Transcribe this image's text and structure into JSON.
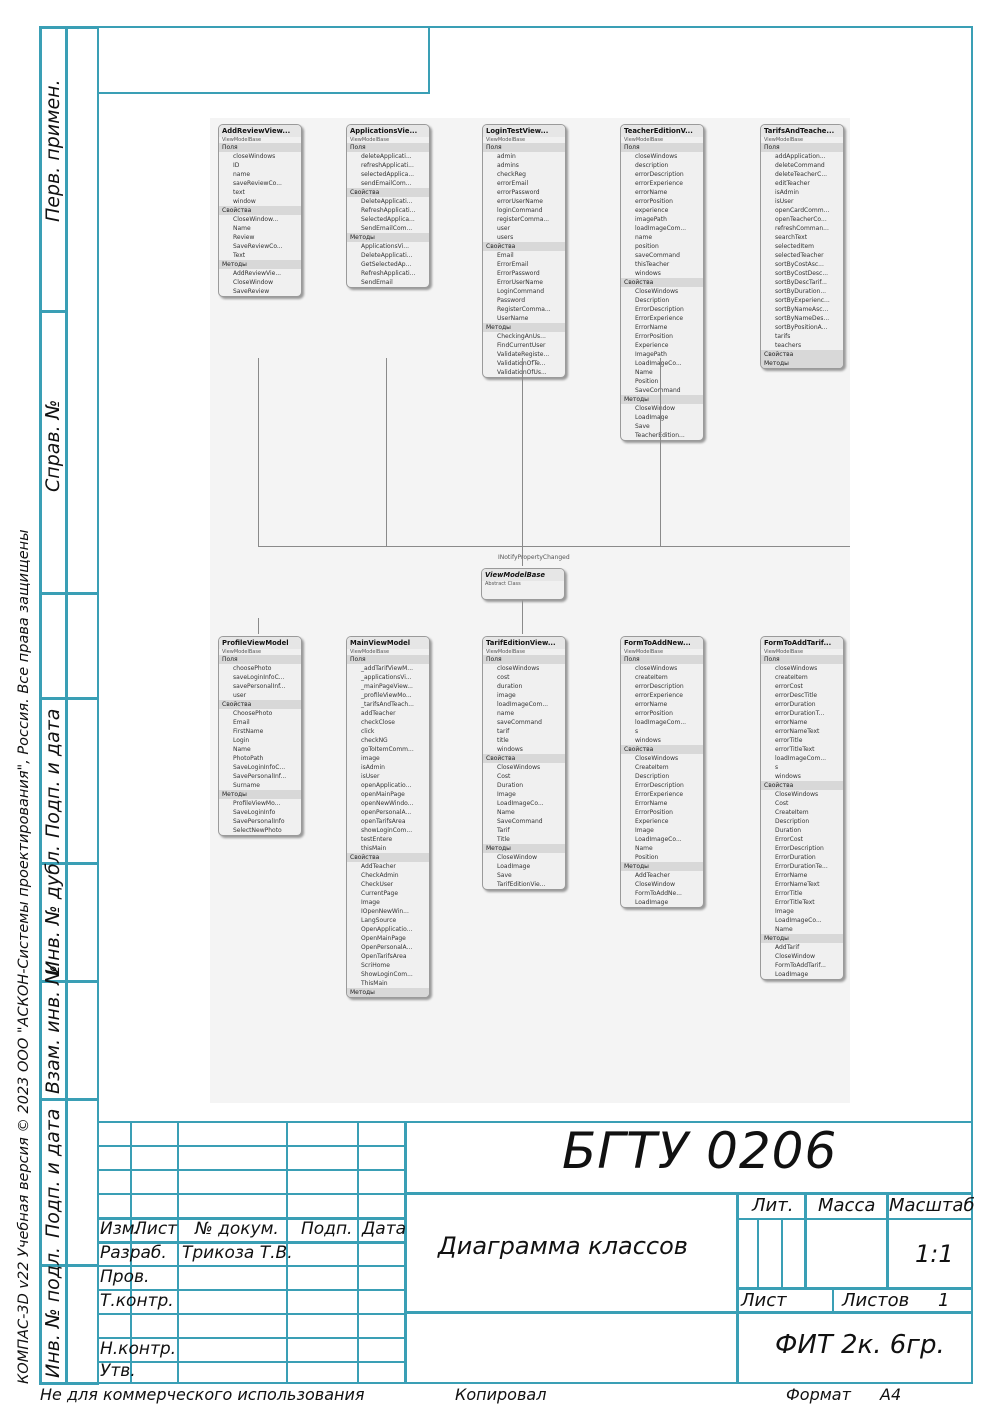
{
  "side": {
    "perv_primen": "Перв. примен.",
    "sprav_no": "Справ. №",
    "podp_data_1": "Подп. и дата",
    "inv_dubl": "Инв. № дубл.",
    "vzam_inv": "Взам. инв. №",
    "podp_data_2": "Подп. и дата",
    "inv_podl": "Инв. № подл.",
    "copyright": "КОМПАС-3D v22 Учебная версия © 2023 ООО \"АСКОН-Системы проектирования\", Россия. Все права защищены"
  },
  "stamp": {
    "designation": "БГТУ 0206",
    "title": "Диаграмма классов",
    "izm": "Изм.",
    "list": "Лист",
    "n_dokum": "№ докум.",
    "podp": "Подп.",
    "data": "Дата",
    "razrab": "Разраб.",
    "razrab_name": "Трикоза Т.В.",
    "prov": "Пров.",
    "t_kontr": "Т.контр.",
    "n_kontr": "Н.контр.",
    "utv": "Утв.",
    "lit": "Лит.",
    "massa": "Масса",
    "masshtab": "Масштаб",
    "scale": "1:1",
    "list2": "Лист",
    "listov": "Листов",
    "listov_val": "1",
    "org": "ФИТ 2к. 6гр."
  },
  "footer": {
    "left": "Не для коммерческого использования",
    "mid": "Копировал",
    "format": "Формат",
    "format_val": "A4"
  },
  "diagram": {
    "base": {
      "name": "ViewModelBase",
      "kind": "Abstract Class",
      "iface": "INotifyPropertyChanged"
    },
    "classes": [
      {
        "name": "AddReviewView...",
        "sections": [
          {
            "t": "Поля",
            "items": [
              "closeWindows",
              "ID",
              "name",
              "saveReviewCo...",
              "text",
              "window"
            ]
          },
          {
            "t": "Свойства",
            "items": [
              "CloseWindow...",
              "Name",
              "Review",
              "SaveReviewCo...",
              "Text"
            ]
          },
          {
            "t": "Методы",
            "items": [
              "AddReviewVie...",
              "CloseWindow",
              "SaveReview"
            ]
          }
        ]
      },
      {
        "name": "ApplicationsVie...",
        "sections": [
          {
            "t": "Поля",
            "items": [
              "deleteApplicati...",
              "refreshApplicati...",
              "selectedApplica...",
              "sendEmailCom..."
            ]
          },
          {
            "t": "Свойства",
            "items": [
              "DeleteApplicati...",
              "RefreshApplicati...",
              "SelectedApplica...",
              "SendEmailCom..."
            ]
          },
          {
            "t": "Методы",
            "items": [
              "ApplicationsVi...",
              "DeleteApplicati...",
              "GetSelectedAp...",
              "RefreshApplicati...",
              "SendEmail"
            ]
          }
        ]
      },
      {
        "name": "LoginTestView...",
        "sections": [
          {
            "t": "Поля",
            "items": [
              "admin",
              "admins",
              "checkReg",
              "errorEmail",
              "errorPassword",
              "errorUserName",
              "loginCommand",
              "registerComma...",
              "user",
              "users"
            ]
          },
          {
            "t": "Свойства",
            "items": [
              "Email",
              "ErrorEmail",
              "ErrorPassword",
              "ErrorUserName",
              "LoginCommand",
              "Password",
              "RegisterComma...",
              "UserName"
            ]
          },
          {
            "t": "Методы",
            "items": [
              "CheckingAnUs...",
              "FindCurrentUser",
              "ValidateRegiste...",
              "ValidationOfTe...",
              "ValidationOfUs..."
            ]
          }
        ]
      },
      {
        "name": "TeacherEditionV...",
        "sections": [
          {
            "t": "Поля",
            "items": [
              "closeWindows",
              "description",
              "errorDescription",
              "errorExperience",
              "errorName",
              "errorPosition",
              "experience",
              "imagePath",
              "loadImageCom...",
              "name",
              "position",
              "saveCommand",
              "thisTeacher",
              "windows"
            ]
          },
          {
            "t": "Свойства",
            "items": [
              "CloseWindows",
              "Description",
              "ErrorDescription",
              "ErrorExperience",
              "ErrorName",
              "ErrorPosition",
              "Experience",
              "ImagePath",
              "LoadImageCo...",
              "Name",
              "Position",
              "SaveCommand"
            ]
          },
          {
            "t": "Методы",
            "items": [
              "CloseWindow",
              "LoadImage",
              "Save",
              "TeacherEdition..."
            ]
          }
        ]
      },
      {
        "name": "TarifsAndTeache...",
        "sections": [
          {
            "t": "Поля",
            "items": [
              "addApplication...",
              "deleteCommand",
              "deleteTeacherC...",
              "editTeacher",
              "isAdmin",
              "isUser",
              "openCardComm...",
              "openTeacherCo...",
              "refreshComman...",
              "searchText",
              "selectedItem",
              "selectedTeacher",
              "sortByCostAsc...",
              "sortByCostDesc...",
              "sortByDescTarif...",
              "sortByDuration...",
              "sortByExperienc...",
              "sortByNameAsc...",
              "sortByNameDes...",
              "sortByPositionA...",
              "tarifs",
              "teachers"
            ]
          },
          {
            "t": "Свойства",
            "items": []
          },
          {
            "t": "Методы",
            "items": []
          }
        ]
      },
      {
        "name": "ProfileViewModel",
        "sections": [
          {
            "t": "Поля",
            "items": [
              "choosePhoto",
              "saveLoginInfoC...",
              "savePersonalInf...",
              "user"
            ]
          },
          {
            "t": "Свойства",
            "items": [
              "ChoosePhoto",
              "Email",
              "FirstName",
              "Login",
              "Name",
              "PhotoPath",
              "SaveLoginInfoC...",
              "SavePersonalInf...",
              "Surname"
            ]
          },
          {
            "t": "Методы",
            "items": [
              "ProfileViewMo...",
              "SaveLoginInfo",
              "SavePersonalInfo",
              "SelectNewPhoto"
            ]
          }
        ]
      },
      {
        "name": "MainViewModel",
        "sections": [
          {
            "t": "Поля",
            "items": [
              "_addTarifViewM...",
              "_applicationsVi...",
              "_mainPageView...",
              "_profileViewMo...",
              "_tarifsAndTeach...",
              "addTeacher",
              "checkClose",
              "click",
              "checkNG",
              "goToItemComm...",
              "image",
              "isAdmin",
              "isUser",
              "openApplicatio...",
              "openMainPage",
              "openNewWindo...",
              "openPersonalA...",
              "openTarifsArea",
              "showLoginCom...",
              "testEntere",
              "thisMain"
            ]
          },
          {
            "t": "Свойства",
            "items": [
              "AddTeacher",
              "CheckAdmin",
              "CheckUser",
              "CurrentPage",
              "Image",
              "IOpenNewWin...",
              "LangSource",
              "OpenApplicatio...",
              "OpenMainPage",
              "OpenPersonalA...",
              "OpenTarifsArea",
              "ScriHome",
              "ShowLoginCom...",
              "ThisMain"
            ]
          },
          {
            "t": "Методы",
            "items": []
          }
        ]
      },
      {
        "name": "TarifEditionView...",
        "sections": [
          {
            "t": "Поля",
            "items": [
              "closeWindows",
              "cost",
              "duration",
              "image",
              "loadImageCom...",
              "name",
              "saveCommand",
              "tarif",
              "title",
              "windows"
            ]
          },
          {
            "t": "Свойства",
            "items": [
              "CloseWindows",
              "Cost",
              "Duration",
              "Image",
              "LoadImageCo...",
              "Name",
              "SaveCommand",
              "Tarif",
              "Title"
            ]
          },
          {
            "t": "Методы",
            "items": [
              "CloseWindow",
              "LoadImage",
              "Save",
              "TarifEditionVie..."
            ]
          }
        ]
      },
      {
        "name": "FormToAddNew...",
        "sections": [
          {
            "t": "Поля",
            "items": [
              "closeWindows",
              "createItem",
              "errorDescription",
              "errorExperience",
              "errorName",
              "errorPosition",
              "loadImageCom...",
              "s",
              "windows"
            ]
          },
          {
            "t": "Свойства",
            "items": [
              "CloseWindows",
              "CreateItem",
              "Description",
              "ErrorDescription",
              "ErrorExperience",
              "ErrorName",
              "ErrorPosition",
              "Experience",
              "Image",
              "LoadImageCo...",
              "Name",
              "Position"
            ]
          },
          {
            "t": "Методы",
            "items": [
              "AddTeacher",
              "CloseWindow",
              "FormToAddNe...",
              "LoadImage"
            ]
          }
        ]
      },
      {
        "name": "FormToAddTarif...",
        "sections": [
          {
            "t": "Поля",
            "items": [
              "closeWindows",
              "createItem",
              "errorCost",
              "errorDescTitle",
              "errorDuration",
              "errorDurationT...",
              "errorName",
              "errorNameText",
              "errorTitle",
              "errorTitleText",
              "loadImageCom...",
              "s",
              "windows"
            ]
          },
          {
            "t": "Свойства",
            "items": [
              "CloseWindows",
              "Cost",
              "CreateItem",
              "Description",
              "Duration",
              "ErrorCost",
              "ErrorDescription",
              "ErrorDuration",
              "ErrorDurationTe...",
              "ErrorName",
              "ErrorNameText",
              "ErrorTitle",
              "ErrorTitleText",
              "Image",
              "LoadImageCo...",
              "Name"
            ]
          },
          {
            "t": "Методы",
            "items": [
              "AddTarif",
              "CloseWindow",
              "FormToAddTarif...",
              "LoadImage"
            ]
          }
        ]
      }
    ]
  }
}
